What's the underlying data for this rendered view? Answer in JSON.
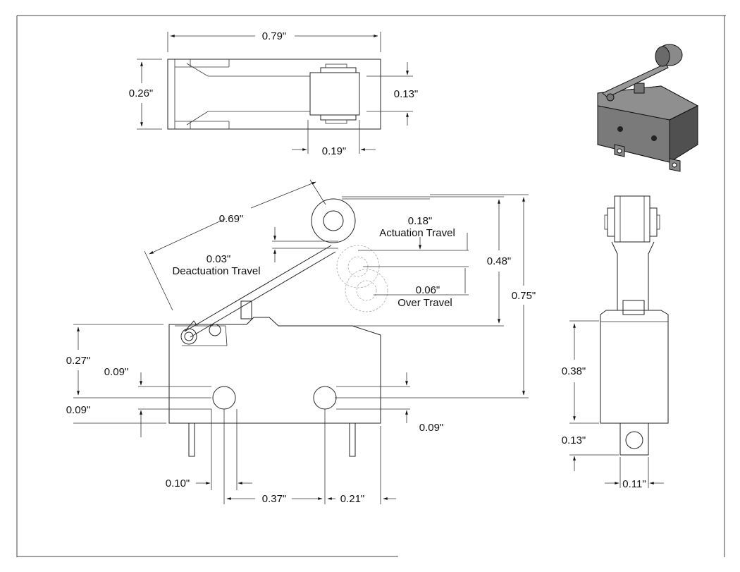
{
  "top_view": {
    "width": "0.79\"",
    "height": "0.26\"",
    "roller_width": "0.13\"",
    "roller_offset": "0.19\""
  },
  "side_view": {
    "lever_length": "0.69\"",
    "actuation_travel_value": "0.18\"",
    "actuation_travel_label": "Actuation Travel",
    "deactuation_travel_value": "0.03\"",
    "deactuation_travel_label": "Deactuation Travel",
    "over_travel_value": "0.06\"",
    "over_travel_label": "Over Travel",
    "lever_height": "0.48\"",
    "total_height": "0.75\"",
    "body_to_hole": "0.27\"",
    "hole_top": "0.09\"",
    "hole_bottom": "0.09\"",
    "hole_right": "0.09\"",
    "pin_offset": "0.10\"",
    "hole_spacing": "0.37\"",
    "hole_to_edge": "0.21\""
  },
  "end_view": {
    "body_height": "0.38\"",
    "terminal_height": "0.13\"",
    "terminal_width": "0.11\""
  }
}
